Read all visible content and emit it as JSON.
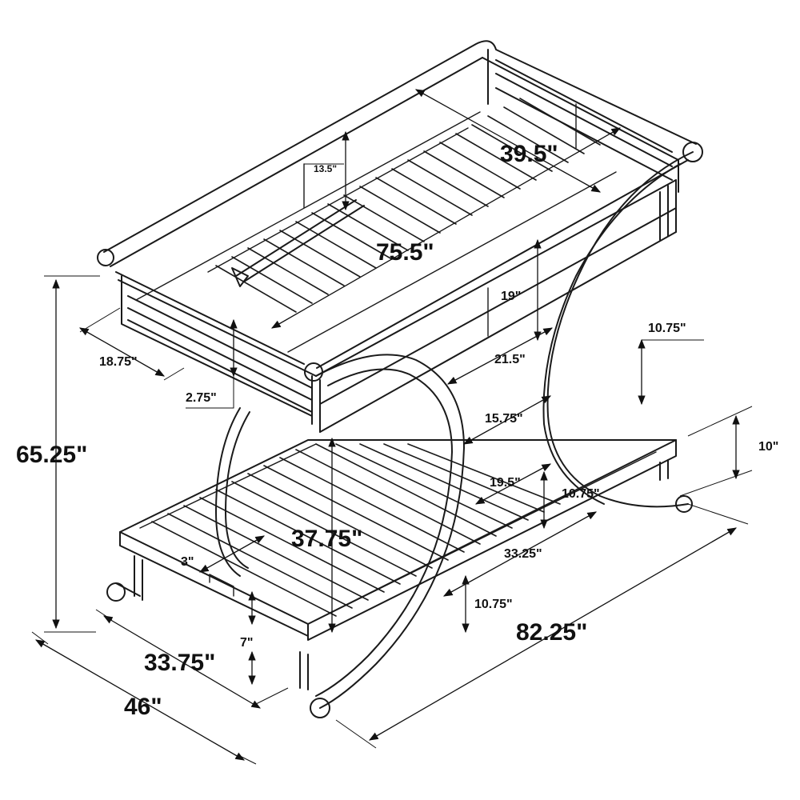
{
  "dimensions": {
    "overall_height": "65.25\"",
    "overall_length": "82.25\"",
    "overall_width": "46\"",
    "top_bunk_length": "75.5\"",
    "top_bunk_width": "39.5\"",
    "top_guardrail_height": "13.5\"",
    "top_frame_depth": "19\"",
    "top_ladder_offset": "18.75\"",
    "top_rail_gap": "2.75\"",
    "top_ladder_span": "21.5\"",
    "ladder_step_upper": "10.75\"",
    "ladder_step_width": "15.75\"",
    "ladder_step_lower": "19.5\"",
    "ladder_step_mid": "10.75\"",
    "lower_frame_height": "10\"",
    "bunk_clearance": "37.75\"",
    "lower_bunk_width": "33.75\"",
    "lower_bunk_length": "33.25\"",
    "lower_rail_gap": "3\"",
    "lower_leg_height": "7\"",
    "lower_side_height": "10.75\""
  }
}
